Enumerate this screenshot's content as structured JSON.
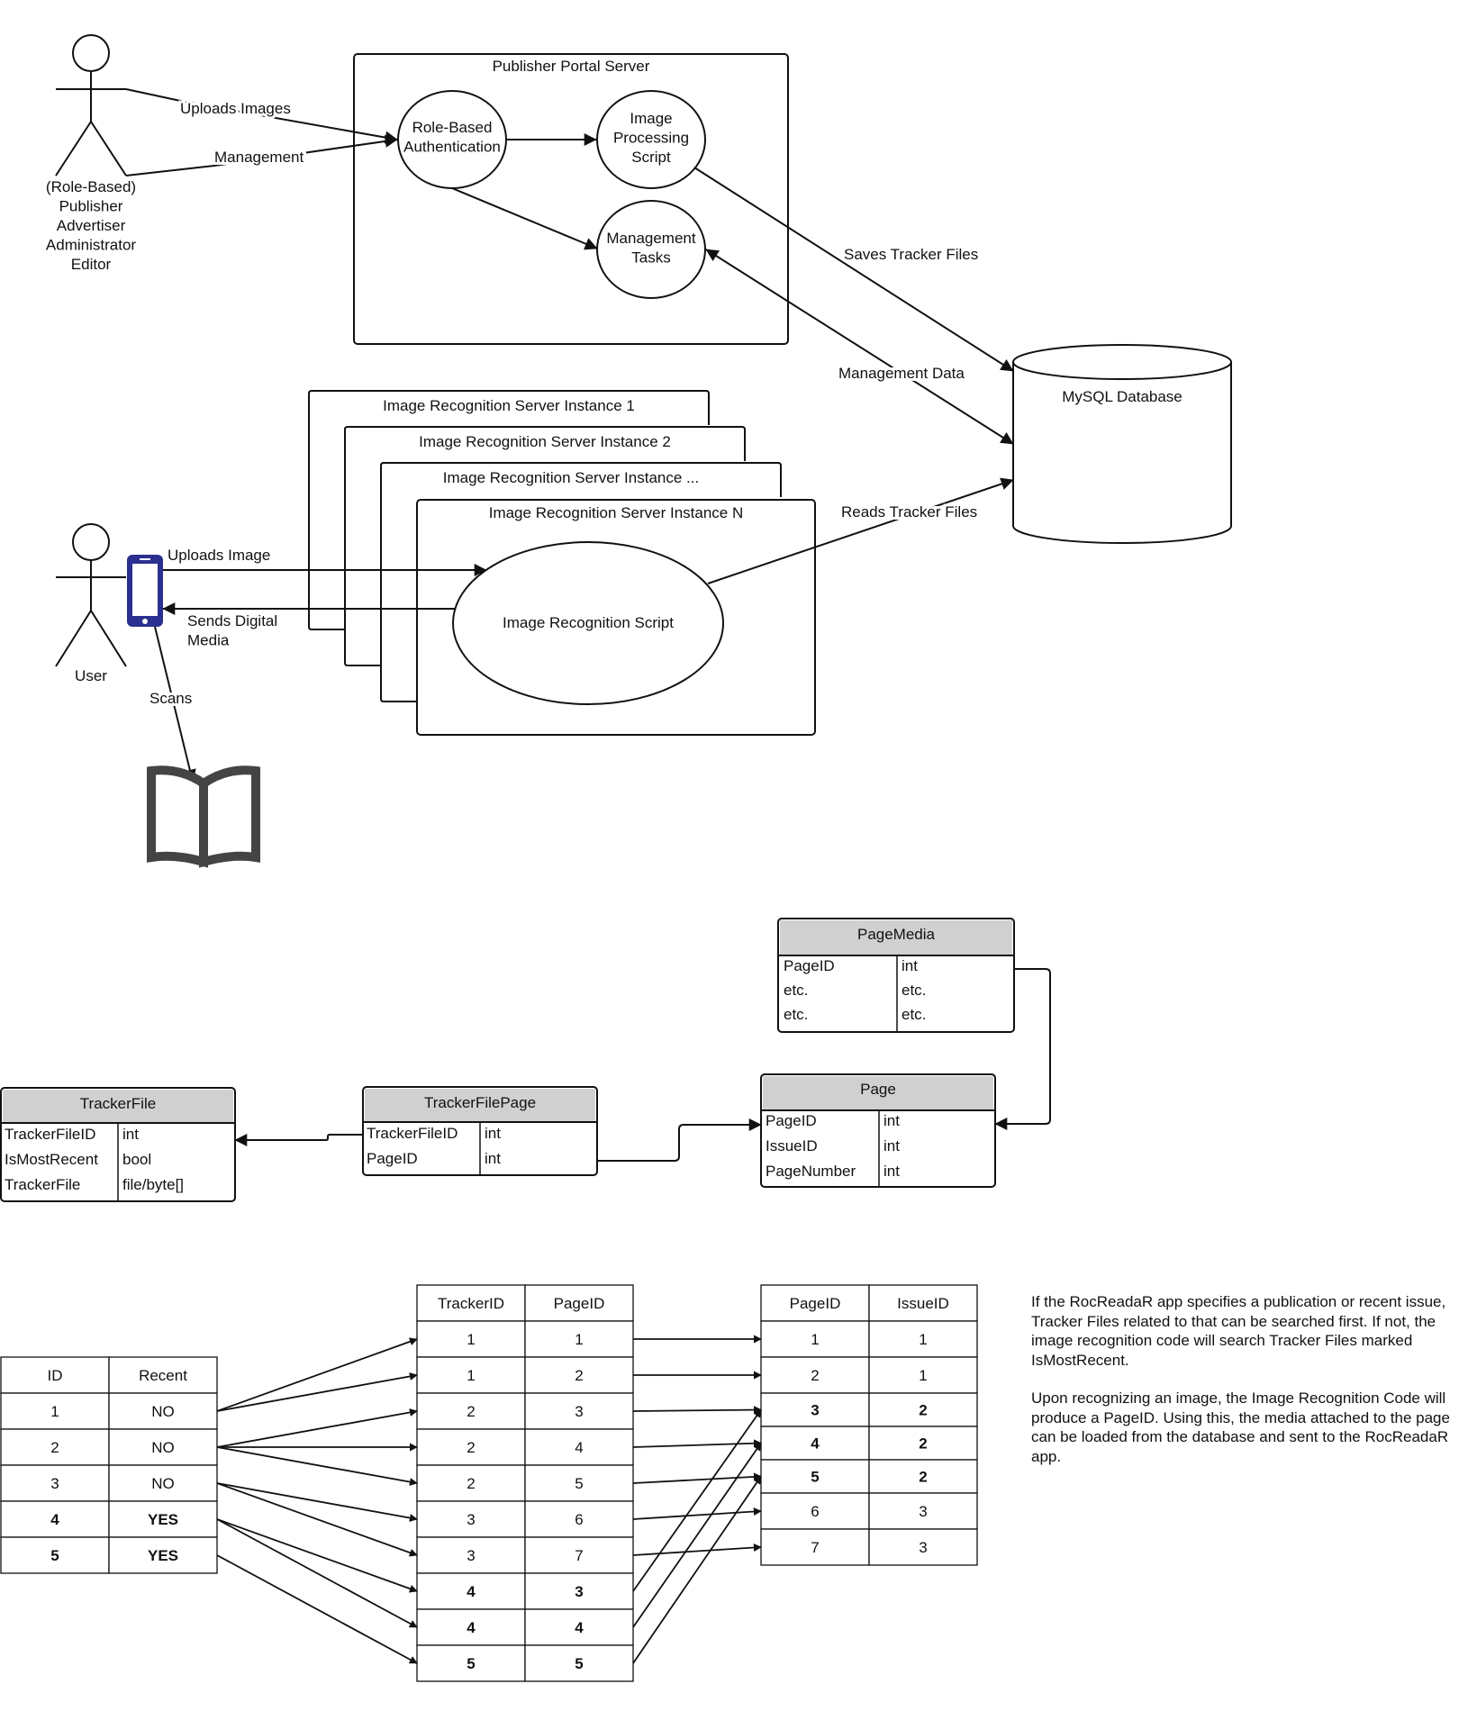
{
  "actors": {
    "admin": "(Role-Based)\nPublisher\nAdvertiser\nAdministrator\nEditor",
    "user": "User"
  },
  "portal": {
    "title": "Publisher Portal Server",
    "auth": "Role-Based\nAuthentication",
    "image_processing": "Image\nProcessing\nScript",
    "management_tasks": "Management\nTasks"
  },
  "database": {
    "title": "MySQL Database"
  },
  "instances": [
    "Image Recognition Server Instance 1",
    "Image Recognition Server Instance 2",
    "Image Recognition Server Instance ...",
    "Image Recognition Server Instance N"
  ],
  "recognition_script": "Image Recognition Script",
  "edges": {
    "uploads_images": "Uploads Images",
    "management": "Management",
    "saves_tracker": "Saves Tracker Files",
    "management_data": "Management Data",
    "reads_tracker": "Reads Tracker Files",
    "uploads_image": "Uploads Image",
    "sends_media": "Sends Digital\nMedia",
    "scans": "Scans"
  },
  "entities": {
    "page_media": {
      "title": "PageMedia",
      "rows": [
        [
          "PageID",
          "int"
        ],
        [
          "etc.",
          "etc."
        ],
        [
          "etc.",
          "etc."
        ]
      ]
    },
    "page": {
      "title": "Page",
      "rows": [
        [
          "PageID",
          "int"
        ],
        [
          "IssueID",
          "int"
        ],
        [
          "PageNumber",
          "int"
        ]
      ]
    },
    "tracker_file_page": {
      "title": "TrackerFilePage",
      "rows": [
        [
          "TrackerFileID",
          "int"
        ],
        [
          "PageID",
          "int"
        ]
      ]
    },
    "tracker_file": {
      "title": "TrackerFile",
      "rows": [
        [
          "TrackerFileID",
          "int"
        ],
        [
          "IsMostRecent",
          "bool"
        ],
        [
          "TrackerFile",
          "file/byte[]"
        ]
      ]
    }
  },
  "tracker_table": {
    "headers": [
      "ID",
      "Recent"
    ],
    "rows": [
      [
        "1",
        "NO"
      ],
      [
        "2",
        "NO"
      ],
      [
        "3",
        "NO"
      ],
      [
        "4",
        "YES"
      ],
      [
        "5",
        "YES"
      ]
    ],
    "bold_rows": [
      3,
      4
    ]
  },
  "tracker_page_table": {
    "headers": [
      "TrackerID",
      "PageID"
    ],
    "rows": [
      [
        "1",
        "1"
      ],
      [
        "1",
        "2"
      ],
      [
        "2",
        "3"
      ],
      [
        "2",
        "4"
      ],
      [
        "2",
        "5"
      ],
      [
        "3",
        "6"
      ],
      [
        "3",
        "7"
      ],
      [
        "4",
        "3"
      ],
      [
        "4",
        "4"
      ],
      [
        "5",
        "5"
      ]
    ],
    "bold_rows": [
      7,
      8,
      9
    ]
  },
  "page_table": {
    "headers": [
      "PageID",
      "IssueID"
    ],
    "rows": [
      [
        "1",
        "1"
      ],
      [
        "2",
        "1"
      ],
      [
        "3",
        "2"
      ],
      [
        "4",
        "2"
      ],
      [
        "5",
        "2"
      ],
      [
        "6",
        "3"
      ],
      [
        "7",
        "3"
      ]
    ],
    "bold_rows": [
      2,
      3,
      4
    ]
  },
  "notes": [
    "If the RocReadaR app specifies a publication or recent issue, Tracker Files related to that can be searched first. If not, the image recognition code will search Tracker Files marked IsMostRecent.",
    "Upon recognizing an image, the Image Recognition Code will produce a PageID. Using this, the media attached to the page can be loaded from the database and sent to the RocReadaR app."
  ]
}
